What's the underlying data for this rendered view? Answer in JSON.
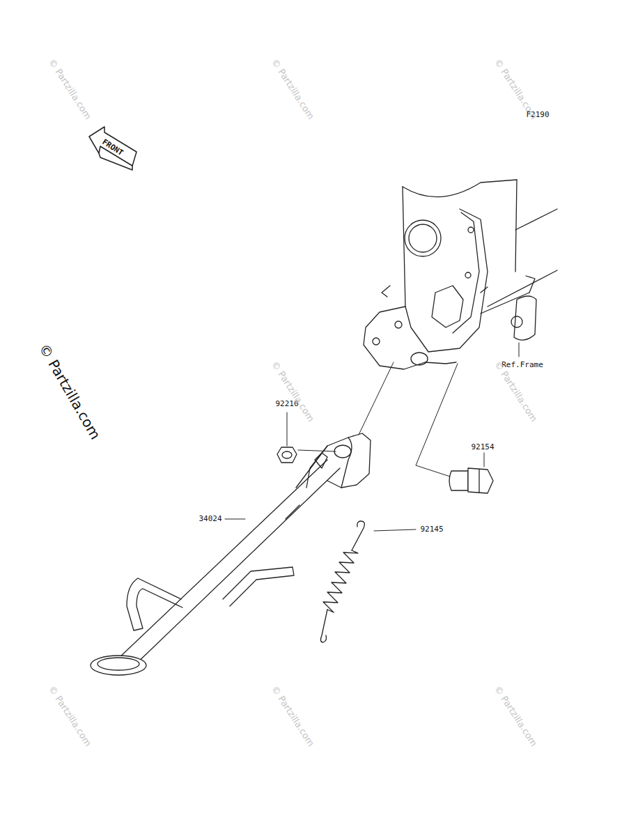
{
  "diagram": {
    "labels": [
      "F2190",
      "FRONT",
      "Ref.Frame",
      "92210",
      "92154",
      "34024",
      "92145",
      "© Partzilla.com",
      "© Partzilla.com",
      "© Partzilla.com",
      "© Partzilla.com",
      "© Partzilla.com",
      "© Partzilla.com",
      "© Partzilla.com",
      "© Partzilla.com",
      "© Partzilla.com"
    ]
  }
}
